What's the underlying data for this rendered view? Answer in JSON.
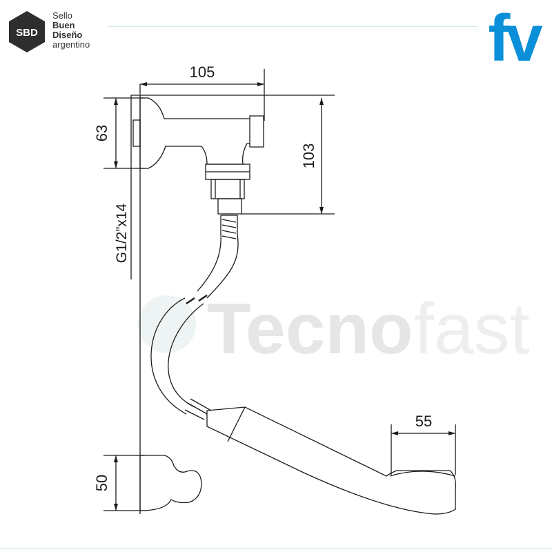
{
  "badge": {
    "abbr": "SBD",
    "line1": "Sello",
    "line2": "Buen",
    "line3": "Diseño",
    "line4": "argentino"
  },
  "brand_logo": {
    "text": "fv",
    "color": "#0a8fd8"
  },
  "watermark": {
    "text_bold": "Tecno",
    "text_light": "fast",
    "color": "#e7e7e7"
  },
  "dimensions": {
    "width_top": "105",
    "height_left": "63",
    "height_right": "103",
    "thread": "G1/2”x14",
    "spout_width": "55",
    "holder_height": "50"
  },
  "colors": {
    "line": "#1a1a1a",
    "rule": "#cfe7ee"
  }
}
